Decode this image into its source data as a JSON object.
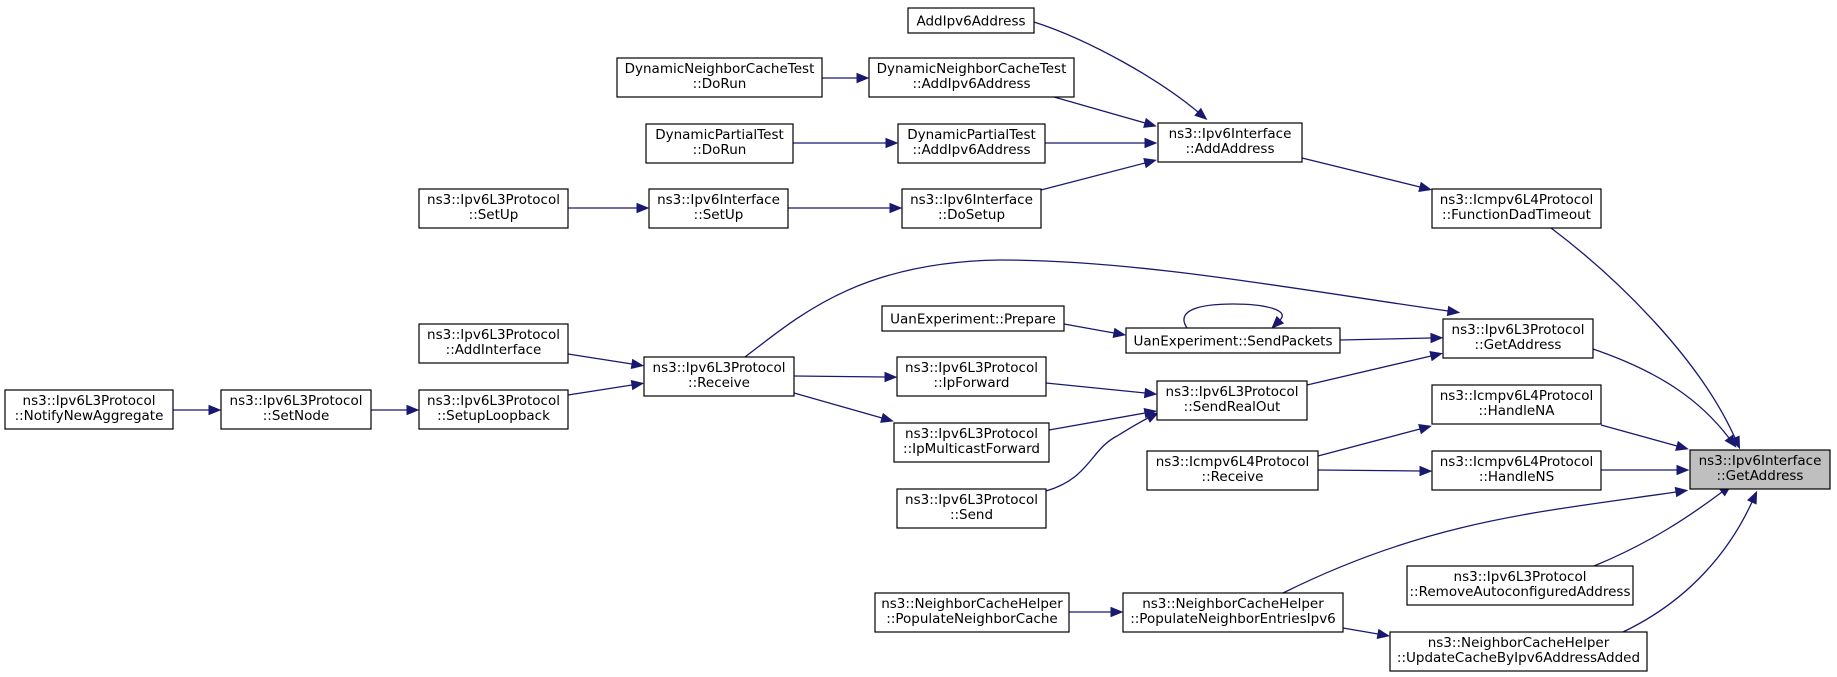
{
  "nodes": [
    {
      "id": "get_address",
      "lines": [
        "ns3::Ipv6Interface",
        "::GetAddress"
      ],
      "target": true
    },
    {
      "id": "function_dad_timeout",
      "lines": [
        "ns3::Icmpv6L4Protocol",
        "::FunctionDadTimeout"
      ]
    },
    {
      "id": "ipv6l3_get_address",
      "lines": [
        "ns3::Ipv6L3Protocol",
        "::GetAddress"
      ]
    },
    {
      "id": "handle_na",
      "lines": [
        "ns3::Icmpv6L4Protocol",
        "::HandleNA"
      ]
    },
    {
      "id": "handle_ns",
      "lines": [
        "ns3::Icmpv6L4Protocol",
        "::HandleNS"
      ]
    },
    {
      "id": "remove_autoconfigured",
      "lines": [
        "ns3::Ipv6L3Protocol",
        "::RemoveAutoconfiguredAddress"
      ]
    },
    {
      "id": "update_cache",
      "lines": [
        "ns3::NeighborCacheHelper",
        "::UpdateCacheByIpv6AddressAdded"
      ]
    },
    {
      "id": "add_address",
      "lines": [
        "ns3::Ipv6Interface",
        "::AddAddress"
      ]
    },
    {
      "id": "add_ipv6_address",
      "lines": [
        "AddIpv6Address"
      ]
    },
    {
      "id": "dnct_add",
      "lines": [
        "DynamicNeighborCacheTest",
        "::AddIpv6Address"
      ]
    },
    {
      "id": "dnct_dorun",
      "lines": [
        "DynamicNeighborCacheTest",
        "::DoRun"
      ]
    },
    {
      "id": "dpt_add",
      "lines": [
        "DynamicPartialTest",
        "::AddIpv6Address"
      ]
    },
    {
      "id": "dpt_dorun",
      "lines": [
        "DynamicPartialTest",
        "::DoRun"
      ]
    },
    {
      "id": "iface_dosetup",
      "lines": [
        "ns3::Ipv6Interface",
        "::DoSetup"
      ]
    },
    {
      "id": "iface_setup",
      "lines": [
        "ns3::Ipv6Interface",
        "::SetUp"
      ]
    },
    {
      "id": "l3_setup",
      "lines": [
        "ns3::Ipv6L3Protocol",
        "::SetUp"
      ]
    },
    {
      "id": "uan_sendpackets",
      "lines": [
        "UanExperiment::SendPackets"
      ]
    },
    {
      "id": "uan_prepare",
      "lines": [
        "UanExperiment::Prepare"
      ]
    },
    {
      "id": "send_real_out",
      "lines": [
        "ns3::Ipv6L3Protocol",
        "::SendRealOut"
      ]
    },
    {
      "id": "l3_receive",
      "lines": [
        "ns3::Ipv6L3Protocol",
        "::Receive"
      ]
    },
    {
      "id": "l3_add_interface",
      "lines": [
        "ns3::Ipv6L3Protocol",
        "::AddInterface"
      ]
    },
    {
      "id": "setup_loopback",
      "lines": [
        "ns3::Ipv6L3Protocol",
        "::SetupLoopback"
      ]
    },
    {
      "id": "set_node",
      "lines": [
        "ns3::Ipv6L3Protocol",
        "::SetNode"
      ]
    },
    {
      "id": "notify_new_aggregate",
      "lines": [
        "ns3::Ipv6L3Protocol",
        "::NotifyNewAggregate"
      ]
    },
    {
      "id": "ip_forward",
      "lines": [
        "ns3::Ipv6L3Protocol",
        "::IpForward"
      ]
    },
    {
      "id": "ip_multicast_forward",
      "lines": [
        "ns3::Ipv6L3Protocol",
        "::IpMulticastForward"
      ]
    },
    {
      "id": "l3_send",
      "lines": [
        "ns3::Ipv6L3Protocol",
        "::Send"
      ]
    },
    {
      "id": "icmp_receive",
      "lines": [
        "ns3::Icmpv6L4Protocol",
        "::Receive"
      ]
    },
    {
      "id": "populate_entries",
      "lines": [
        "ns3::NeighborCacheHelper",
        "::PopulateNeighborEntriesIpv6"
      ]
    },
    {
      "id": "populate_cache",
      "lines": [
        "ns3::NeighborCacheHelper",
        "::PopulateNeighborCache"
      ]
    }
  ],
  "edges": [
    {
      "from": "function_dad_timeout",
      "to": "get_address"
    },
    {
      "from": "ipv6l3_get_address",
      "to": "get_address"
    },
    {
      "from": "handle_na",
      "to": "get_address"
    },
    {
      "from": "handle_ns",
      "to": "get_address"
    },
    {
      "from": "remove_autoconfigured",
      "to": "get_address"
    },
    {
      "from": "update_cache",
      "to": "get_address"
    },
    {
      "from": "populate_entries",
      "to": "get_address"
    },
    {
      "from": "add_address",
      "to": "function_dad_timeout"
    },
    {
      "from": "add_ipv6_address",
      "to": "add_address"
    },
    {
      "from": "dnct_add",
      "to": "add_address"
    },
    {
      "from": "dpt_add",
      "to": "add_address"
    },
    {
      "from": "iface_dosetup",
      "to": "add_address"
    },
    {
      "from": "dnct_dorun",
      "to": "dnct_add"
    },
    {
      "from": "dpt_dorun",
      "to": "dpt_add"
    },
    {
      "from": "iface_setup",
      "to": "iface_dosetup"
    },
    {
      "from": "l3_setup",
      "to": "iface_setup"
    },
    {
      "from": "l3_receive",
      "to": "ipv6l3_get_address"
    },
    {
      "from": "uan_sendpackets",
      "to": "ipv6l3_get_address"
    },
    {
      "from": "send_real_out",
      "to": "ipv6l3_get_address"
    },
    {
      "from": "uan_prepare",
      "to": "uan_sendpackets"
    },
    {
      "from": "uan_sendpackets",
      "to": "uan_sendpackets"
    },
    {
      "from": "l3_add_interface",
      "to": "l3_receive"
    },
    {
      "from": "setup_loopback",
      "to": "l3_receive"
    },
    {
      "from": "set_node",
      "to": "setup_loopback"
    },
    {
      "from": "notify_new_aggregate",
      "to": "set_node"
    },
    {
      "from": "l3_receive",
      "to": "ip_forward"
    },
    {
      "from": "l3_receive",
      "to": "ip_multicast_forward"
    },
    {
      "from": "ip_forward",
      "to": "send_real_out"
    },
    {
      "from": "ip_multicast_forward",
      "to": "send_real_out"
    },
    {
      "from": "l3_send",
      "to": "send_real_out"
    },
    {
      "from": "icmp_receive",
      "to": "handle_na"
    },
    {
      "from": "icmp_receive",
      "to": "handle_ns"
    },
    {
      "from": "populate_cache",
      "to": "populate_entries"
    },
    {
      "from": "populate_entries",
      "to": "update_cache"
    }
  ]
}
